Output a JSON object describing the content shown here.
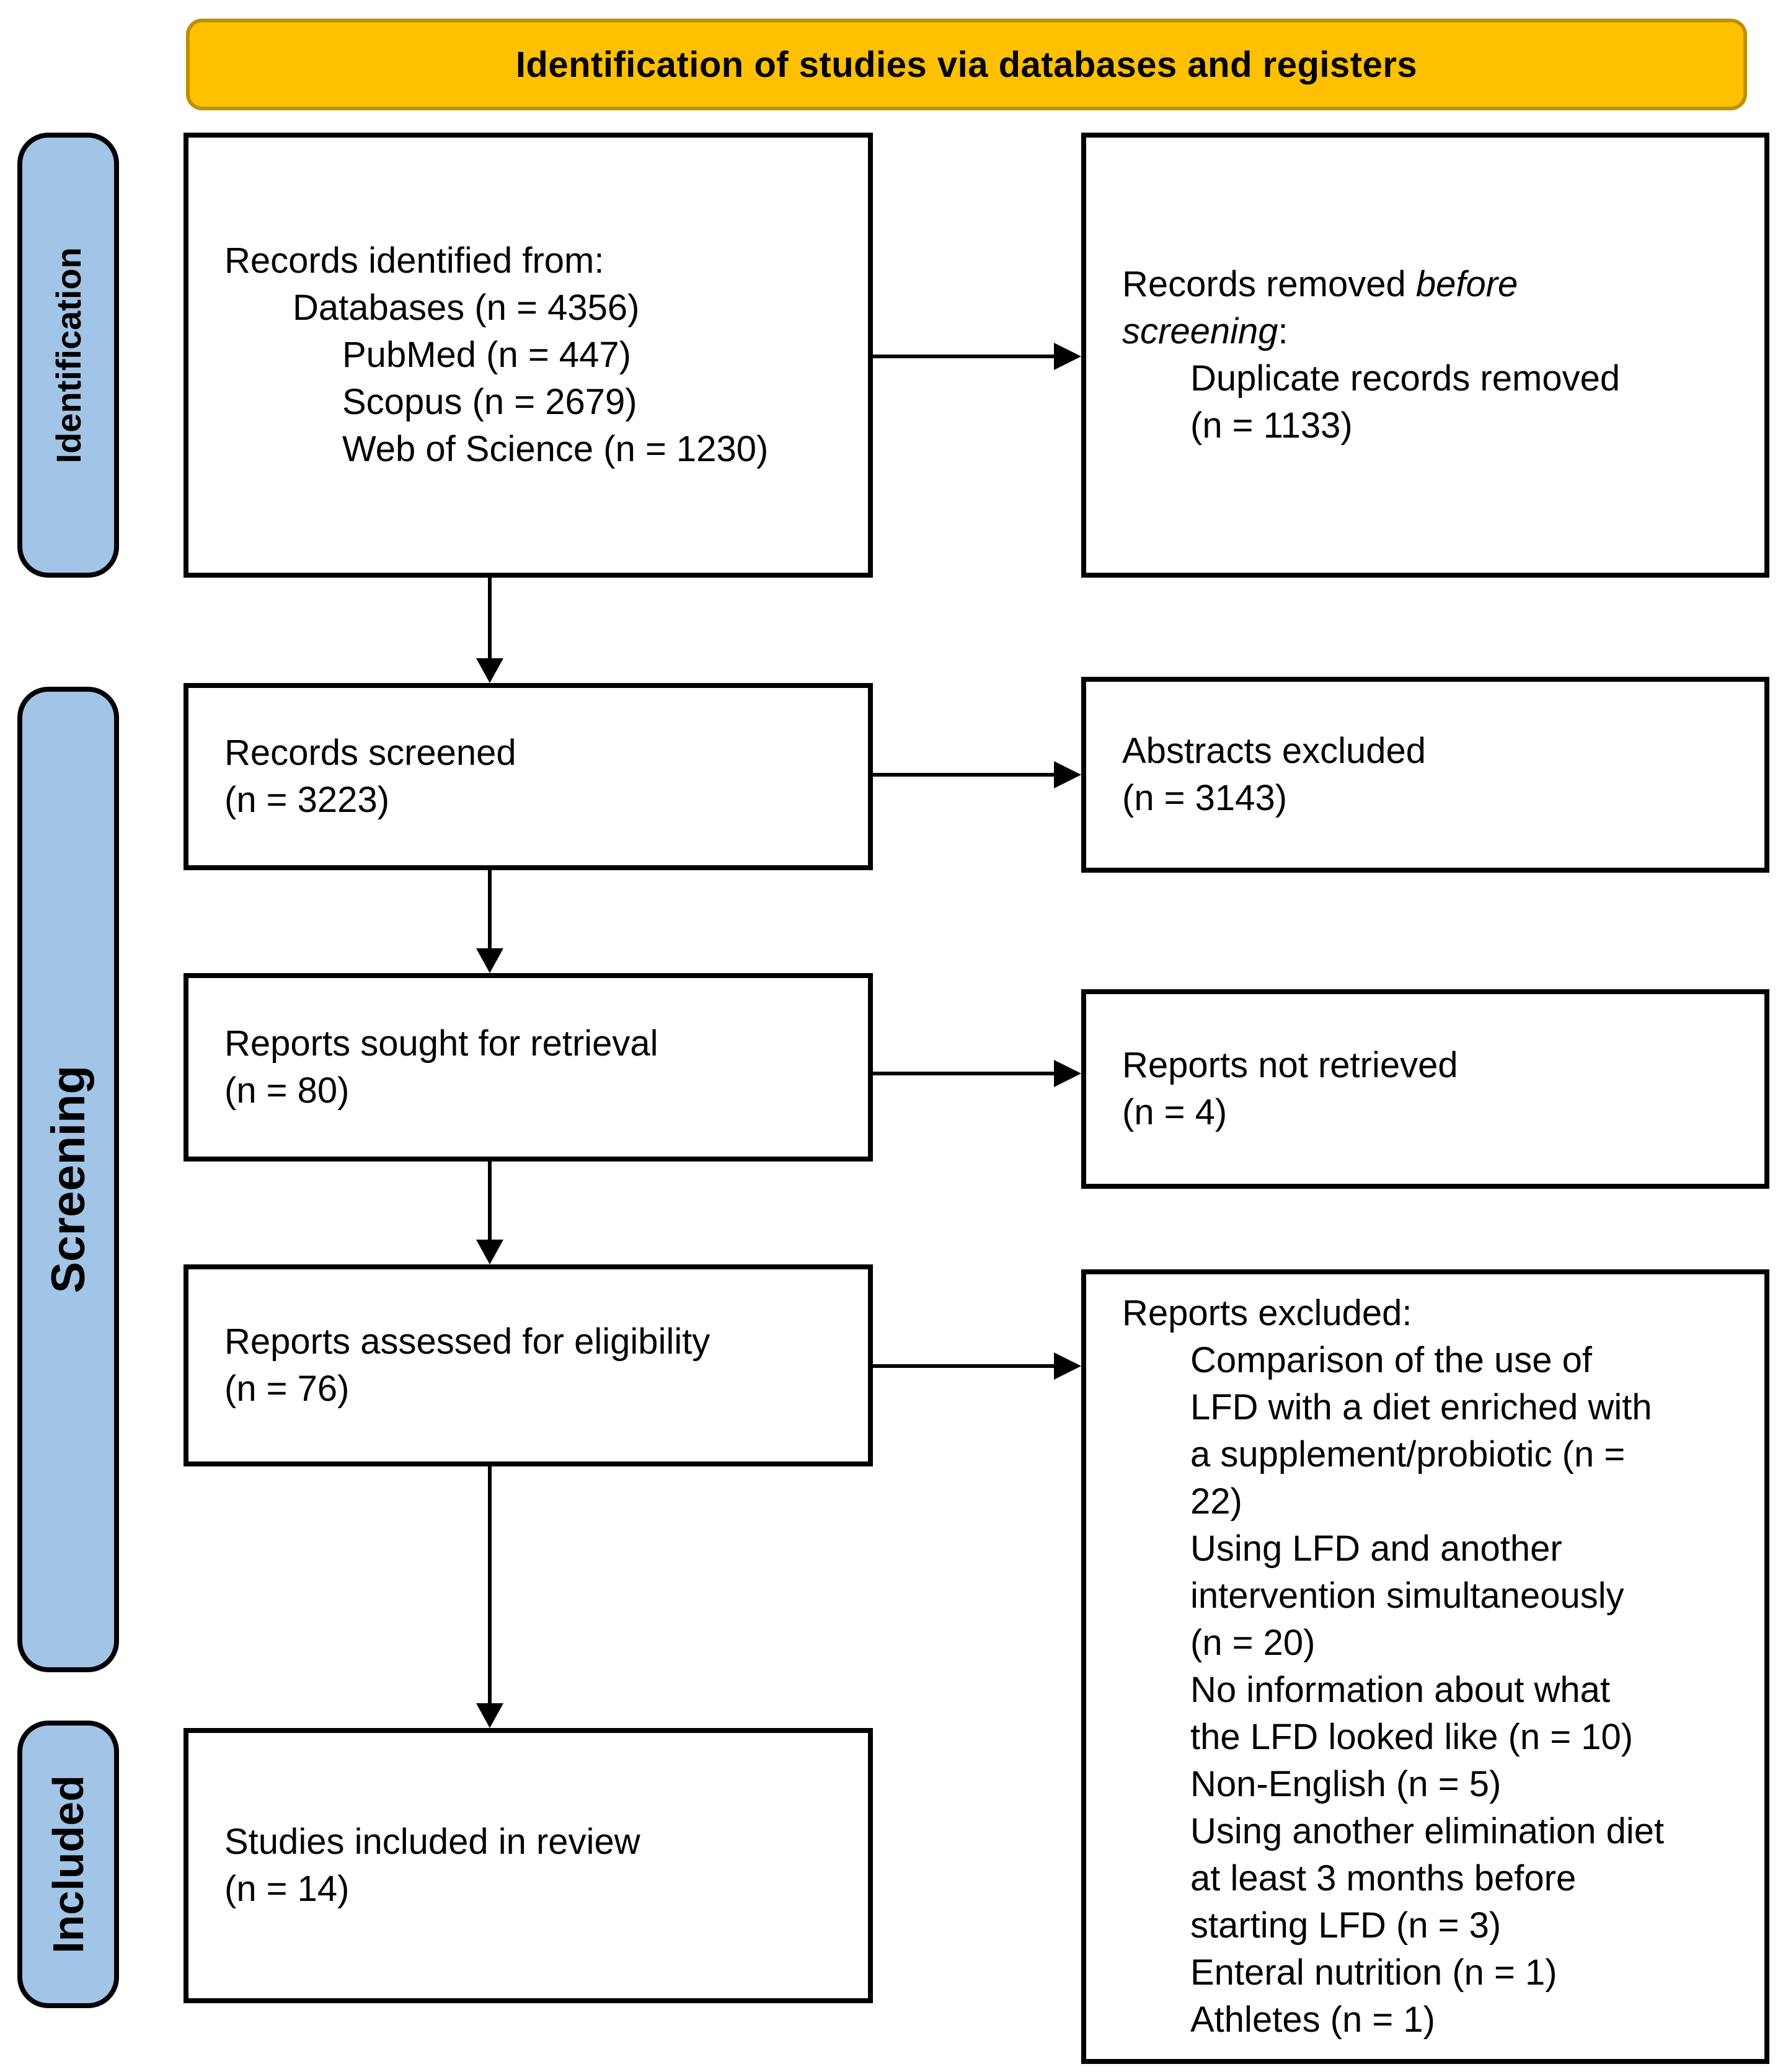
{
  "banner": {
    "title": "Identification of studies via databases and registers"
  },
  "colors": {
    "banner_bg": "#FFC000",
    "banner_border": "#BF9000",
    "stage_bg": "#A1C4E7",
    "box_border": "#000000",
    "text": "#000000",
    "background": "#FFFFFF"
  },
  "stages": [
    {
      "label": "Identification"
    },
    {
      "label": "Screening"
    },
    {
      "label": "Included"
    }
  ],
  "boxes": {
    "identified": {
      "lines": [
        "Records identified from:",
        "Databases (n = 4356)",
        "PubMed (n = 447)",
        "Scopus (n = 2679)",
        "Web of Science (n = 1230)"
      ]
    },
    "removed": {
      "line1_normal": "Records removed ",
      "line1_italic": "before",
      "line2_italic": "screening",
      "line2_normal": ":",
      "lines": [
        "Duplicate records removed",
        "(n = 1133)"
      ]
    },
    "screened": {
      "lines": [
        "Records screened",
        "(n = 3223)"
      ]
    },
    "abstracts_excluded": {
      "lines": [
        "Abstracts excluded",
        "(n = 3143)"
      ]
    },
    "sought": {
      "lines": [
        "Reports sought for retrieval",
        "(n = 80)"
      ]
    },
    "not_retrieved": {
      "lines": [
        "Reports not retrieved",
        "(n = 4)"
      ]
    },
    "assessed": {
      "lines": [
        "Reports assessed for eligibility",
        "(n = 76)"
      ]
    },
    "excluded": {
      "title": "Reports excluded:",
      "lines": [
        "Comparison of the use of",
        "LFD with a diet enriched with",
        "a supplement/probiotic (n =",
        "22)",
        "Using LFD and another",
        "intervention simultaneously",
        "(n = 20)",
        "No information about what",
        "the LFD looked like (n = 10)",
        "Non-English (n = 5)",
        "Using another elimination diet",
        "at least 3 months before",
        "starting LFD (n = 3)",
        "Enteral nutrition (n = 1)",
        "Athletes (n = 1)"
      ]
    },
    "included_review": {
      "lines": [
        "Studies included in review",
        "(n = 14)"
      ]
    }
  }
}
